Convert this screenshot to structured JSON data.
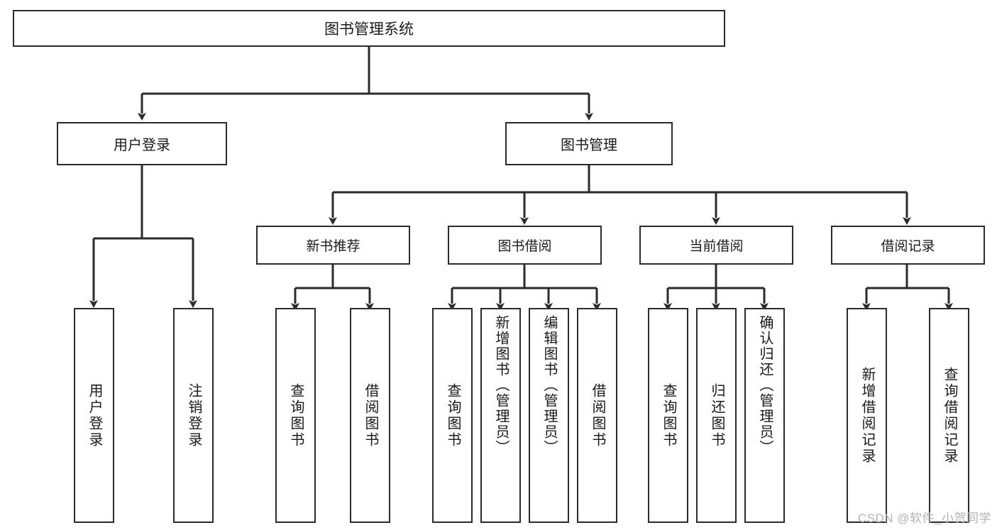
{
  "diagram": {
    "type": "tree-hierarchy",
    "title": "图书管理系统",
    "watermark": "CSDN @软件_小贺同学",
    "colors": {
      "box_border": "#2b2b2b",
      "box_fill": "#ffffff",
      "connector": "#2b2b2b",
      "text": "#1a1a1a",
      "watermark": "#b3b3b3",
      "background": "#ffffff"
    },
    "root": {
      "label": "图书管理系统"
    },
    "level1": [
      {
        "label": "用户登录"
      },
      {
        "label": "图书管理"
      }
    ],
    "level2": [
      {
        "label": "新书推荐"
      },
      {
        "label": "图书借阅"
      },
      {
        "label": "当前借阅"
      },
      {
        "label": "借阅记录"
      }
    ],
    "leaves": {
      "user_login": [
        {
          "label": "用户登录"
        },
        {
          "label": "注销登录"
        }
      ],
      "new_book": [
        {
          "label": "查询图书"
        },
        {
          "label": "借阅图书"
        }
      ],
      "book_borrow": [
        {
          "label": "查询图书"
        },
        {
          "label": "新增图书（管理员）"
        },
        {
          "label": "编辑图书（管理员）"
        },
        {
          "label": "借阅图书"
        }
      ],
      "current_borrow": [
        {
          "label": "查询图书"
        },
        {
          "label": "归还图书"
        },
        {
          "label": "确认归还（管理员）"
        }
      ],
      "borrow_record": [
        {
          "label": "新增借阅记录"
        },
        {
          "label": "查询借阅记录"
        }
      ]
    }
  }
}
